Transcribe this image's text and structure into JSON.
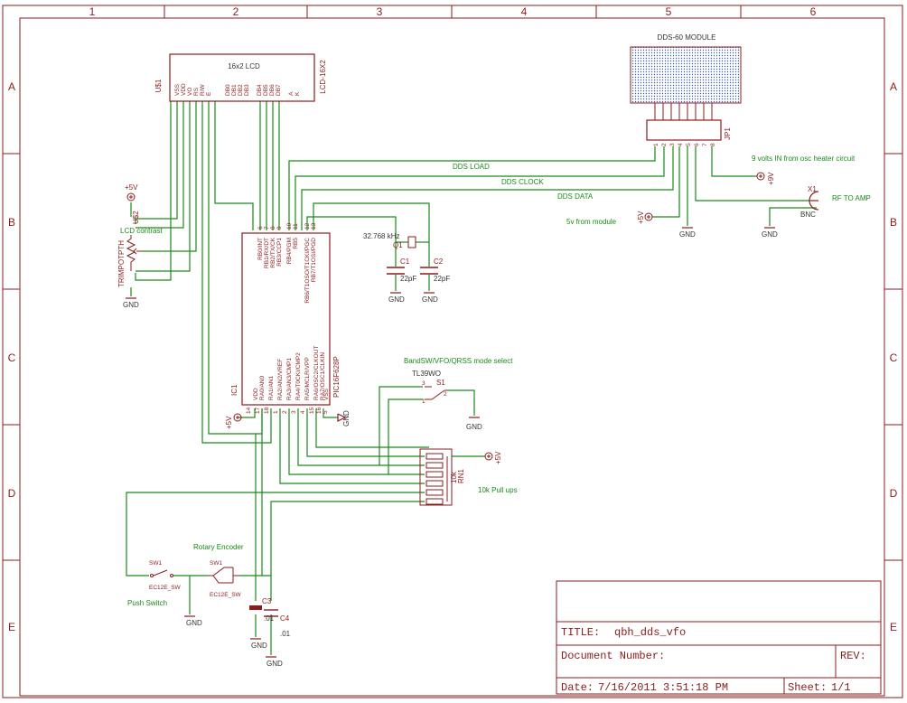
{
  "colors": {
    "frame": "#8b1c1c",
    "wire": "#1a8a1a",
    "text_dark": "#333333",
    "background": "#ffffff"
  },
  "frame": {
    "columns": [
      "1",
      "2",
      "3",
      "4",
      "5",
      "6"
    ],
    "rows": [
      "A",
      "B",
      "C",
      "D",
      "E"
    ]
  },
  "lcd": {
    "title": "16x2 LCD",
    "ref": "U$1",
    "value": "LCD-16X2",
    "pins": [
      "VSS",
      "VDD",
      "VO",
      "RS",
      "R/W",
      "E",
      "DB0",
      "DB1",
      "DB2",
      "DB3",
      "DB4",
      "DB5",
      "DB6",
      "DB7",
      "A",
      "K"
    ]
  },
  "dds": {
    "title": "DDS-60  MODULE",
    "header_ref": "JP1",
    "pin_numbers": [
      "1",
      "2",
      "3",
      "4",
      "5",
      "6",
      "7",
      "8"
    ]
  },
  "mcu": {
    "ref": "IC1",
    "value": "PIC16F628P",
    "top_pins": [
      "RB0/INT",
      "RB1/RX/DT",
      "RB2/TX/CK",
      "RB3/CCP1",
      "RB4/PGM",
      "RB5",
      "RB6/T1OSO/T1CKI/PGC",
      "RB7/T1OSI/PGD"
    ],
    "top_pin_numbers": [
      "6",
      "7",
      "8",
      "9",
      "10",
      "11",
      "12",
      "13"
    ],
    "bottom_pins": [
      "VDD",
      "RA0/AN0",
      "RA1/AN1",
      "RA2/AN2/VREF",
      "RA3/AN3/CMP1",
      "RA4/T0CKI/CMP2",
      "RA5/MCLR/VPP",
      "RA6/OSC2/CLKOUT",
      "RA7/OSC1/CLKIN",
      "VSS"
    ],
    "bottom_pin_numbers": [
      "14",
      "17",
      "18",
      "1",
      "2",
      "3",
      "4",
      "15",
      "16",
      "5"
    ]
  },
  "nets": {
    "dds_load": "DDS LOAD",
    "dds_clock": "DDS CLOCK",
    "dds_data": "DDS DATA",
    "five_v_module": "5v from module",
    "nine_volts": "9 volts IN from osc heater circuit",
    "rf_to_amp": "RF TO AMP",
    "lcd_contrast": "LCD contrast",
    "mode_select": "BandSW/VFO/QRSS mode select",
    "pullups": "10k Pull ups",
    "rotary_encoder": "Rotary Encoder",
    "push_switch": "Push Switch"
  },
  "parts": {
    "crystal_value": "32.768 kHz",
    "crystal_ref": "Q1",
    "c1_ref": "C1",
    "c1_value": "22pF",
    "c2_ref": "C2",
    "c2_value": "22pF",
    "c3_ref": "C3",
    "c3_value": ".01",
    "c4_ref": "C4",
    "c4_value": ".01",
    "trimpot_ref": "U$2",
    "trimpot_value": "TRIMPOTPTH",
    "bnc_ref": "X1",
    "bnc_value": "BNC",
    "switch_ref": "S1",
    "switch_value": "TL39WO",
    "rn_ref": "RN1",
    "rn_value": "10k",
    "sw1a_ref": "SW1",
    "sw1a_value": "EC12E_SW",
    "sw1b_ref": "SW1",
    "sw1b_value": "EC12E_SW"
  },
  "supply": {
    "plus5": "+5V",
    "plus9": "+9V",
    "gnd": "GND"
  },
  "title_block": {
    "title_label": "TITLE:",
    "title_value": "qbh_dds_vfo",
    "docnum_label": "Document Number:",
    "rev_label": "REV:",
    "date_label": "Date:",
    "date_value": "7/16/2011 3:51:18 PM",
    "sheet_label": "Sheet:",
    "sheet_value": "1/1"
  }
}
